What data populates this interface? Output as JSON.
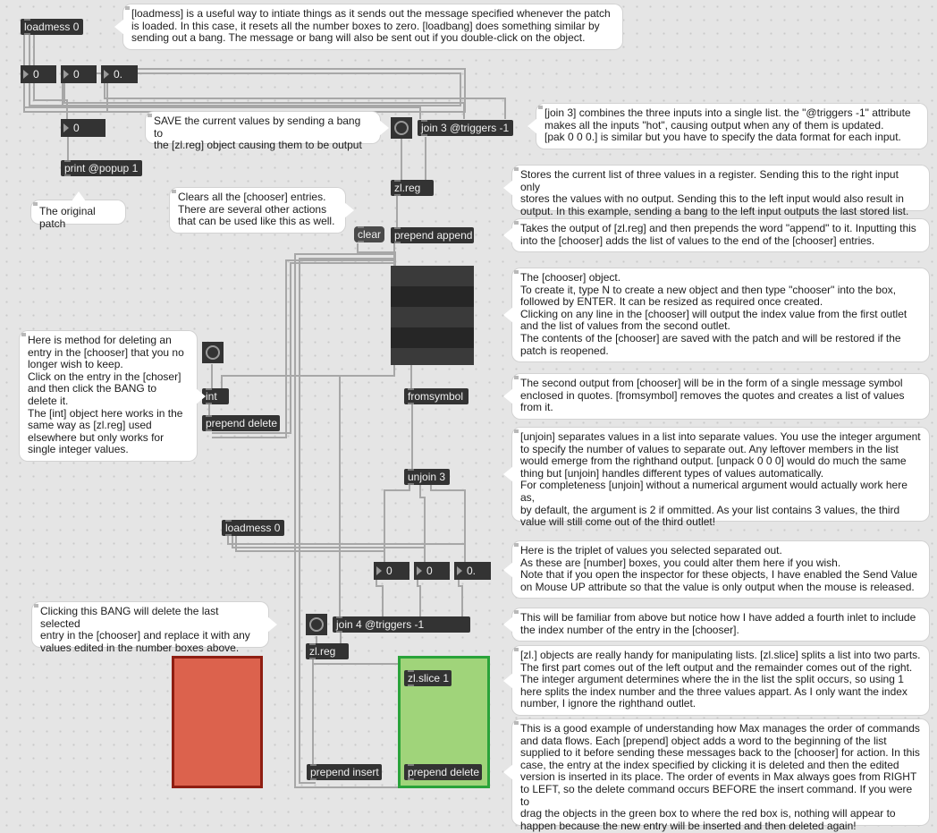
{
  "objects": {
    "loadmess_top": "loadmess 0",
    "print": "print @popup 1",
    "join3": "join 3 @triggers -1",
    "zlreg_top": "zl.reg",
    "clear": "clear",
    "prepend_append": "prepend append",
    "int": "int",
    "prepend_delete_left": "prepend delete",
    "fromsymbol": "fromsymbol",
    "unjoin": "unjoin 3",
    "loadmess_mid": "loadmess 0",
    "join4": "join 4 @triggers -1",
    "zlreg_bottom": "zl.reg",
    "zlslice": "zl.slice 1",
    "prepend_insert": "prepend insert",
    "prepend_delete_bottom": "prepend delete"
  },
  "numbers": {
    "top_a": "0",
    "top_b": "0",
    "top_c": "0.",
    "print_input": "0",
    "mid_a": "0",
    "mid_b": "0",
    "mid_c": "0."
  },
  "comments": {
    "loadmess": [
      "[loadmess] is a useful way to intiate things as it sends out the message specified whenever the patch",
      "is loaded. In this case, it resets all the number boxes to zero. [loadbang] does something similar by",
      "sending out a bang. The message or bang will also be sent out if you double-click on the object."
    ],
    "original": [
      "The original patch"
    ],
    "save": [
      "SAVE the current values by sending a bang to",
      "the [zl.reg] object causing them to be output"
    ],
    "join": [
      "[join 3] combines the three inputs into a single list. the \"@triggers -1\" attribute",
      "makes all the inputs \"hot\", causing output when any of them is updated.",
      "[pak 0 0 0.] is similar but you have to specify the data format for each input."
    ],
    "register": [
      "Stores the current list of three values in a register. Sending this to the right input only",
      "stores the values with no output. Sending this to the left input would also result in",
      "output. In this example, sending a bang to the left input outputs the last stored list."
    ],
    "clears": [
      "Clears all the [chooser] entries.",
      "There are several other actions",
      "that can be used like this as well."
    ],
    "prepend": [
      "Takes the output of [zl.reg] and then prepends the word \"append\" to it. Inputting this",
      "into the [chooser] adds the list of values to the end of the [chooser] entries."
    ],
    "chooser": [
      "The [chooser] object.",
      "To create it, type N to create a new object and then type \"chooser\" into the box,",
      "followed by ENTER. It can be resized as required once created.",
      "Clicking on any line in the [chooser] will output the index value from the first outlet",
      "and the list of values from the second outlet.",
      "The contents of the [chooser] are saved with the patch and will be restored if the",
      "patch is reopened."
    ],
    "deleting": [
      "Here is method for deleting an",
      "entry in the [chooser] that you no",
      "longer wish to keep.",
      "Click on the entry in the [choser]",
      "and then click the BANG to",
      "delete it.",
      "The [int] object here works in the",
      "same way as [zl.reg] used",
      "elsewhere but only works for",
      "single integer values."
    ],
    "fromsymbol": [
      "The second output from [chooser] will be in the form of a single message symbol",
      "enclosed in quotes. [fromsymbol] removes the quotes and creates a list of values",
      "from it."
    ],
    "unjoin": [
      "[unjoin] separates values in a list into separate values. You use the integer argument",
      "to specify the number of values to separate out. Any leftover members in the list",
      "would emerge from the righthand output. [unpack 0 0 0] would do much the same",
      "thing but [unjoin] handles different types of values automatically.",
      "For completeness [unjoin] without a numerical argument would actually work here as,",
      "by default, the argument is 2 if ommitted. As your list contains 3 values, the third",
      "value will still come out of the third outlet!"
    ],
    "triplet": [
      "Here is the triplet of values you selected separated out.",
      "As these are [number] boxes, you could alter them here if you wish.",
      "Note that if you open the inspector for these objects, I have enabled the Send Value",
      "on Mouse UP attribute so that the value is only output when the mouse is released."
    ],
    "bang_delete": [
      "Clicking this BANG will delete the last selected",
      "entry in the [chooser] and replace it with any",
      "values edited in the number boxes above."
    ],
    "familiar": [
      "This will be familiar from above but notice how I have added a fourth inlet to include",
      "the index number of the entry in the [chooser]."
    ],
    "zl": [
      "[zl.] objects are really handy for manipulating lists. [zl.slice] splits a list into two parts.",
      "The first part comes out of the left output and the remainder comes out of the right.",
      "The integer argument determines where the in the list the split occurs, so using 1",
      "here splits the index number and the three values appart. As I only want the index",
      "number, I ignore the righthand outlet."
    ],
    "order": [
      "This is a good example of understanding how Max manages the order of commands",
      "and data flows. Each [prepend] object adds a word to the beginning of the list",
      "supplied to it before sending these messages back to the [chooser] for action. In this",
      "case, the entry at the index specified by clicking it is deleted and then the edited",
      "version is inserted in its place. The order of events in Max always goes from RIGHT",
      "to LEFT, so the delete command occurs BEFORE the insert command. If you were to",
      "drag the objects in the green box to where the red box is, nothing will appear to",
      "happen because the new entry will be inserted and then deleted again!"
    ]
  },
  "colors": {
    "canvas": "#e5e5e5",
    "object": "#333333",
    "cable": "#a9a9a9",
    "red_panel": "#dc624d",
    "red_border": "#8f1e12",
    "green_panel": "#a0d47a",
    "green_border": "#2aa33a"
  },
  "icons": [
    "bang-icon",
    "number-triangle-icon"
  ]
}
